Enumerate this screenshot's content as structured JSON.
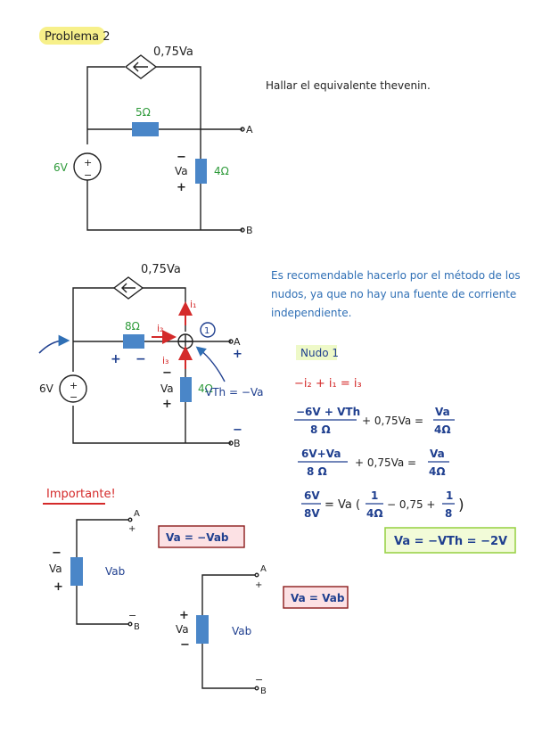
{
  "header": {
    "title": "Problema 2"
  },
  "circuit1": {
    "dep_source": "0,75Va",
    "resistor_top": "5Ω",
    "resistor_right": "4Ω",
    "source": "6V",
    "terminal_a": "A",
    "terminal_b": "B",
    "va_label": "Va",
    "minus": "−",
    "plus": "+"
  },
  "task": {
    "text": "Hallar el equivalente thevenin."
  },
  "circuit2": {
    "dep_source": "0,75Va",
    "resistor_mid": "8Ω",
    "resistor_right": "4Ω",
    "source": "6V",
    "i1": "i₁",
    "i2": "i₂",
    "i3": "i₃",
    "node": "1",
    "terminal_a": "A",
    "terminal_b": "B",
    "va_label": "Va",
    "vth_eq": "VTh = −Va"
  },
  "note": {
    "lines": [
      "Es recomendable hacerlo por el método de los",
      "nudos, ya que no hay una fuente de corriente",
      "independiente."
    ]
  },
  "analysis": {
    "heading": "Nudo 1",
    "eq1": "−i₂ + i₁ = i₃",
    "eq2_num": "−6V + VTh",
    "eq2_den": "8 Ω",
    "eq2_mid": "+ 0,75Va =",
    "eq2_rnum": "Va",
    "eq2_rden": "4Ω",
    "eq3_num": "6V+Va",
    "eq3_den": "8 Ω",
    "eq3_mid": "+ 0,75Va =",
    "eq3_rnum": "Va",
    "eq3_rden": "4Ω",
    "eq4_num": "6V",
    "eq4_den": "8V",
    "eq4_body": "= Va (",
    "eq4_f1n": "1",
    "eq4_f1d": "4Ω",
    "eq4_mid": "− 0,75 +",
    "eq4_f2n": "1",
    "eq4_f2d": "8",
    "eq4_close": ")",
    "result": "Va = −VTh = −2V"
  },
  "important": {
    "heading": "Importante!",
    "box1": "Va = −Vab",
    "box2": "Va = Vab",
    "vab": "Vab",
    "va": "Va",
    "a": "A",
    "b": "B"
  },
  "colors": {
    "title_highlight": "#f7f08a",
    "resistor": "#4a86c8",
    "note_blue": "#2f6fb5",
    "red": "#d42a2a",
    "green": "#2e9a3a",
    "navy": "#1f3f8f",
    "box_pink": "#fce1e4",
    "box_green": "#f2fbd8",
    "box_green_border": "#9bd34a"
  }
}
